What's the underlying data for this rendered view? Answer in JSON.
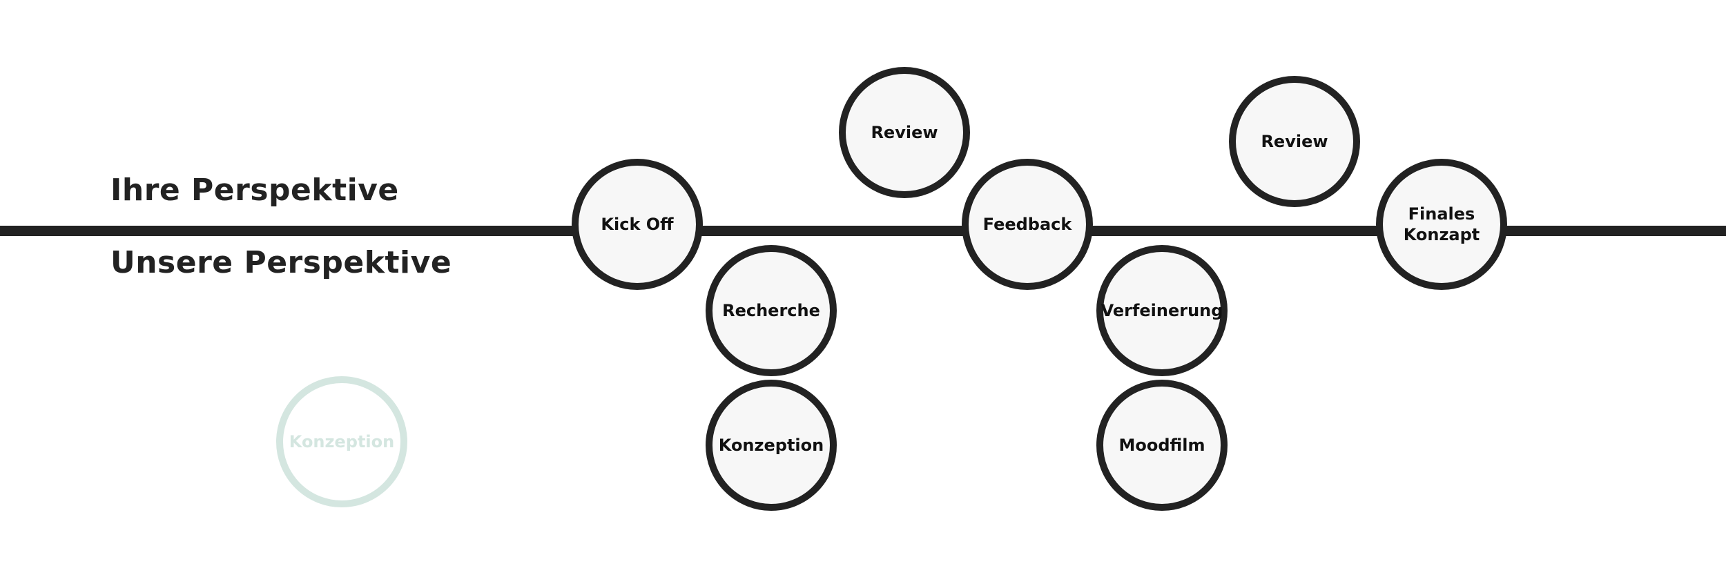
{
  "perspectives": {
    "top": "Ihre Perspektive",
    "bottom": "Unsere Perspektive"
  },
  "colors": {
    "line": "#222222",
    "node_fill": "#f7f7f7",
    "ghost": "#d4e6e0"
  },
  "nodes": {
    "kickoff": "Kick Off",
    "review_1": "Review",
    "feedback": "Feedback",
    "review_2": "Review",
    "finales": "Finales\nKonzapt",
    "recherche": "Recherche",
    "konzeption": "Konzeption",
    "verfeinerung": "Verfeinerung",
    "moodfilm": "Moodfilm",
    "konzeption_ghost": "Konzeption"
  }
}
